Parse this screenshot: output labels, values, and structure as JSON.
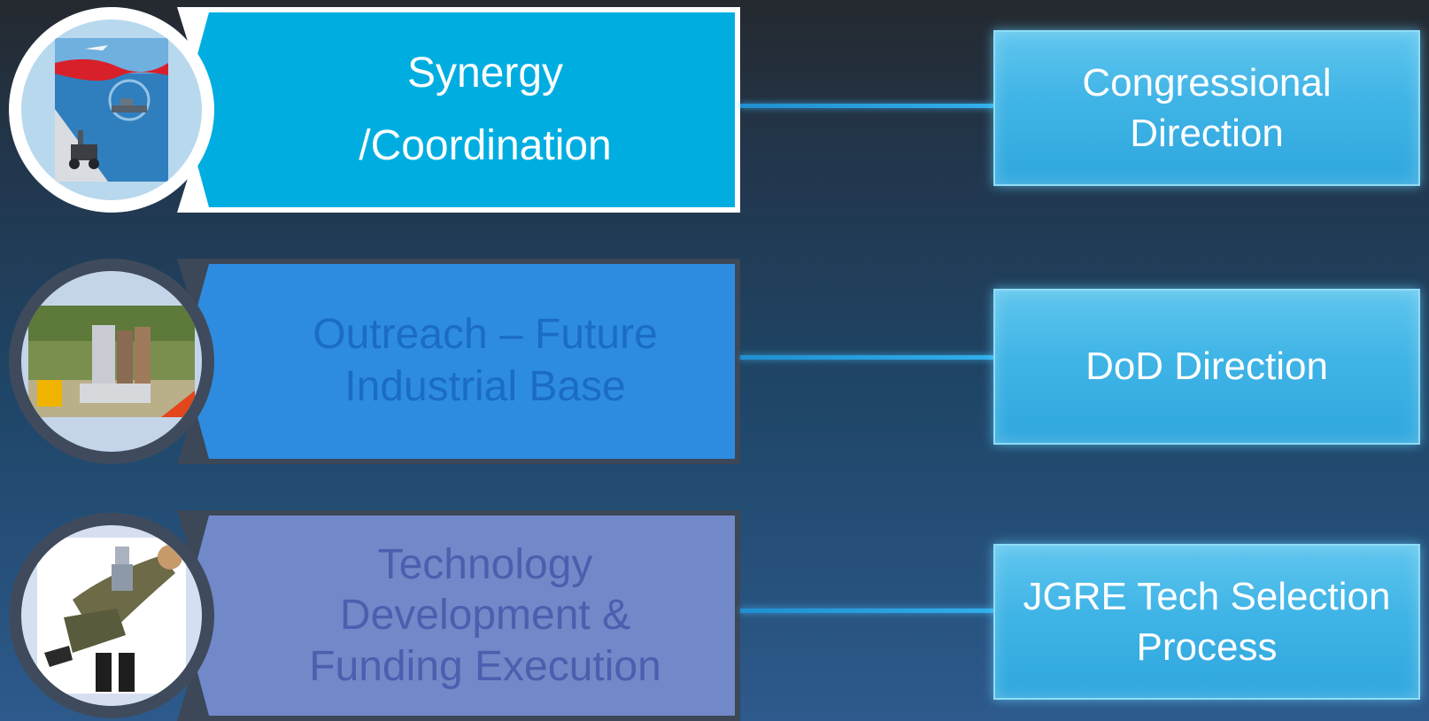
{
  "left_items": [
    {
      "label_line1": "Synergy",
      "label_line2": "/Coordination",
      "state": "active"
    },
    {
      "label_line1": "Outreach – Future",
      "label_line2": "Industrial Base",
      "state": "inactive"
    },
    {
      "label_line1": "Technology",
      "label_line2": "Development &",
      "label_line3": "Funding Execution",
      "state": "inactive"
    }
  ],
  "right_items": [
    {
      "label_line1": "Congressional",
      "label_line2": "Direction"
    },
    {
      "label_line1": "DoD Direction"
    },
    {
      "label_line1": "JGRE Tech Selection",
      "label_line2": "Process"
    }
  ],
  "colors": {
    "active_banner": "#00ade0",
    "outreach_banner": "#2d8ce0",
    "technology_banner": "#7189c8",
    "right_box": "#3fb4e6",
    "connector": "#31b0ec"
  },
  "icons": [
    "ship-robot-photo-icon",
    "field-robot-photo-icon",
    "soldier-robot-photo-icon"
  ]
}
